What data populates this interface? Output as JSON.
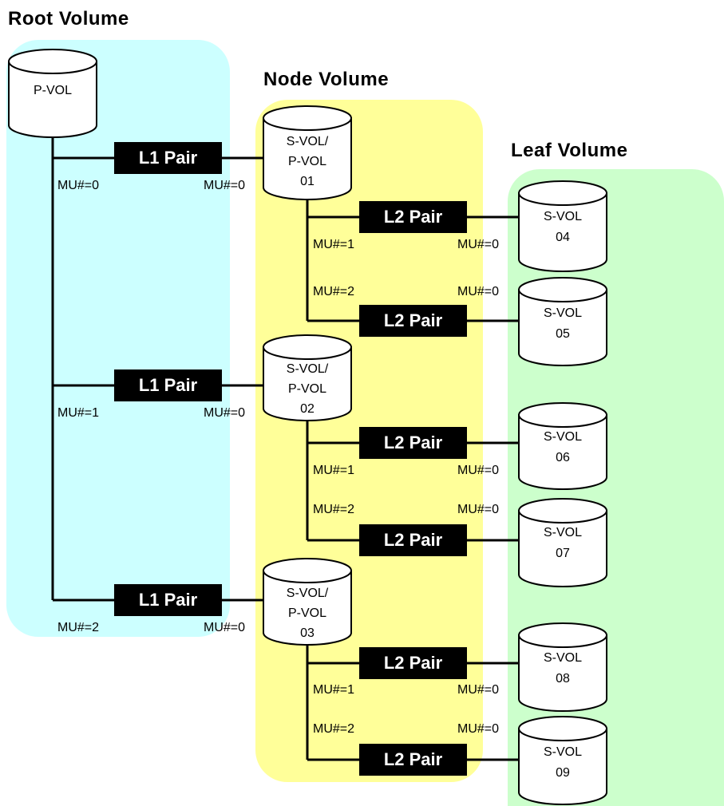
{
  "regions": {
    "root": {
      "title": "Root Volume",
      "fill": "#ccffff"
    },
    "node": {
      "title": "Node Volume",
      "fill": "#ffff99"
    },
    "leaf": {
      "title": "Leaf Volume",
      "fill": "#ccffcc"
    }
  },
  "root_volume": {
    "lines": [
      "P-VOL"
    ]
  },
  "node_volumes": [
    {
      "lines": [
        "S-VOL/",
        "P-VOL",
        "01"
      ]
    },
    {
      "lines": [
        "S-VOL/",
        "P-VOL",
        "02"
      ]
    },
    {
      "lines": [
        "S-VOL/",
        "P-VOL",
        "03"
      ]
    }
  ],
  "leaf_volumes": [
    {
      "lines": [
        "S-VOL",
        "04"
      ]
    },
    {
      "lines": [
        "S-VOL",
        "05"
      ]
    },
    {
      "lines": [
        "S-VOL",
        "06"
      ]
    },
    {
      "lines": [
        "S-VOL",
        "07"
      ]
    },
    {
      "lines": [
        "S-VOL",
        "08"
      ]
    },
    {
      "lines": [
        "S-VOL",
        "09"
      ]
    }
  ],
  "l1_pairs": [
    {
      "label": "L1 Pair",
      "mu_root": "MU#=0",
      "mu_node": "MU#=0"
    },
    {
      "label": "L1 Pair",
      "mu_root": "MU#=1",
      "mu_node": "MU#=0"
    },
    {
      "label": "L1 Pair",
      "mu_root": "MU#=2",
      "mu_node": "MU#=0"
    }
  ],
  "l2_pairs": [
    {
      "label": "L2 Pair",
      "mu_node": "MU#=1",
      "mu_leaf": "MU#=0"
    },
    {
      "label": "L2 Pair",
      "mu_node": "MU#=2",
      "mu_leaf": "MU#=0"
    },
    {
      "label": "L2 Pair",
      "mu_node": "MU#=1",
      "mu_leaf": "MU#=0"
    },
    {
      "label": "L2 Pair",
      "mu_node": "MU#=2",
      "mu_leaf": "MU#=0"
    },
    {
      "label": "L2 Pair",
      "mu_node": "MU#=1",
      "mu_leaf": "MU#=0"
    },
    {
      "label": "L2 Pair",
      "mu_node": "MU#=2",
      "mu_leaf": "MU#=0"
    }
  ]
}
